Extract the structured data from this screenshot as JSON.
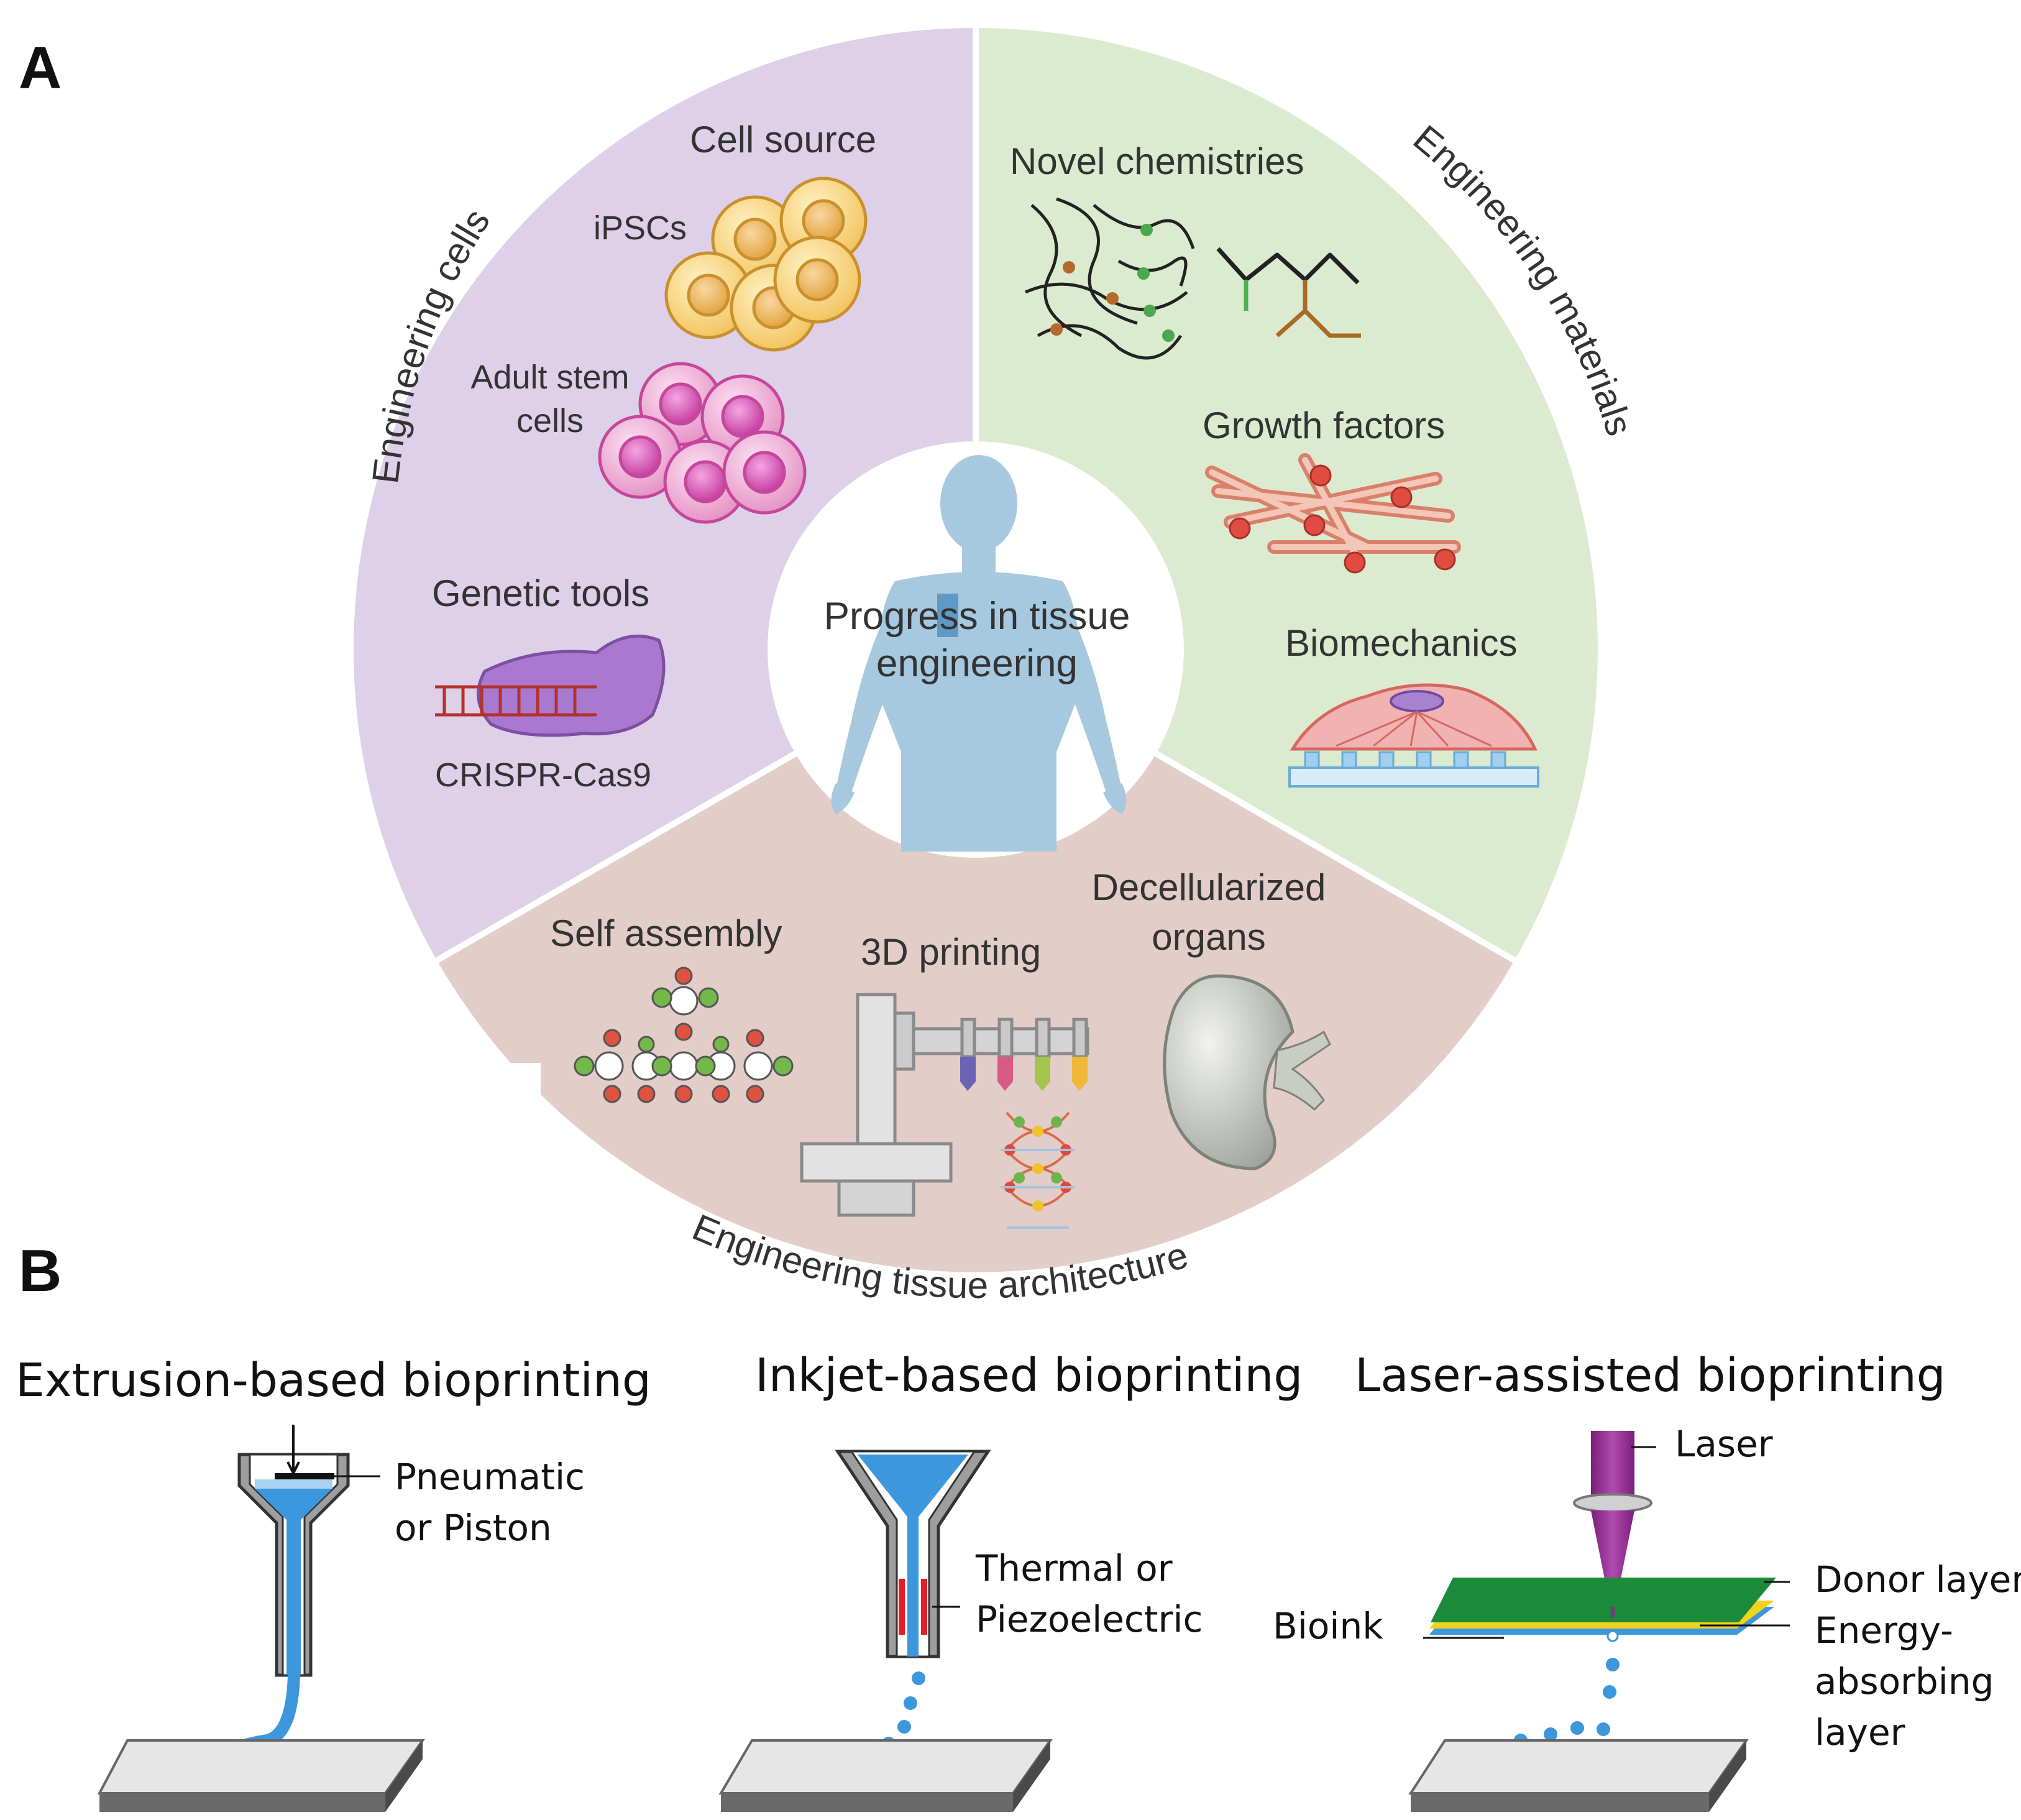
{
  "panel_a": {
    "letter": "A",
    "center_label": [
      "Progress in tissue",
      "engineering"
    ],
    "sectors": {
      "cells": {
        "title": "Engineering cells",
        "items": [
          "Cell source",
          "iPSCs",
          "Adult stem",
          "cells",
          "Genetic tools",
          "CRISPR-Cas9"
        ]
      },
      "materials": {
        "title": "Engineering materials",
        "items": [
          "Novel chemistries",
          "Growth factors",
          "Biomechanics"
        ]
      },
      "architecture": {
        "title": "Engineering tissue architecture",
        "items": [
          "Self assembly",
          "3D printing",
          "Decellularized",
          "organs"
        ]
      }
    },
    "colors": {
      "cells": "#ddd0e8",
      "materials": "#dcebcf",
      "architecture": "#e3cdc9",
      "body": "#a6c9df"
    }
  },
  "panel_b": {
    "letter": "B",
    "extrusion": {
      "title": "Extrusion-based bioprinting",
      "labels": [
        "Pneumatic",
        "or Piston"
      ]
    },
    "inkjet": {
      "title": "Inkjet-based bioprinting",
      "labels": [
        "Thermal or",
        "Piezoelectric"
      ]
    },
    "laser": {
      "title": "Laser-assisted bioprinting",
      "laser_label": "Laser",
      "donor_label": "Donor layer",
      "energy_label": [
        "Energy-",
        "absorbing",
        "layer"
      ],
      "bioink_label": "Bioink"
    },
    "colors": {
      "ink": "#3c97dc",
      "heater": "#e31e24",
      "laser": "#8e2a8e",
      "donor": "#1b8a3a",
      "absorb": "#f2d31b"
    }
  }
}
